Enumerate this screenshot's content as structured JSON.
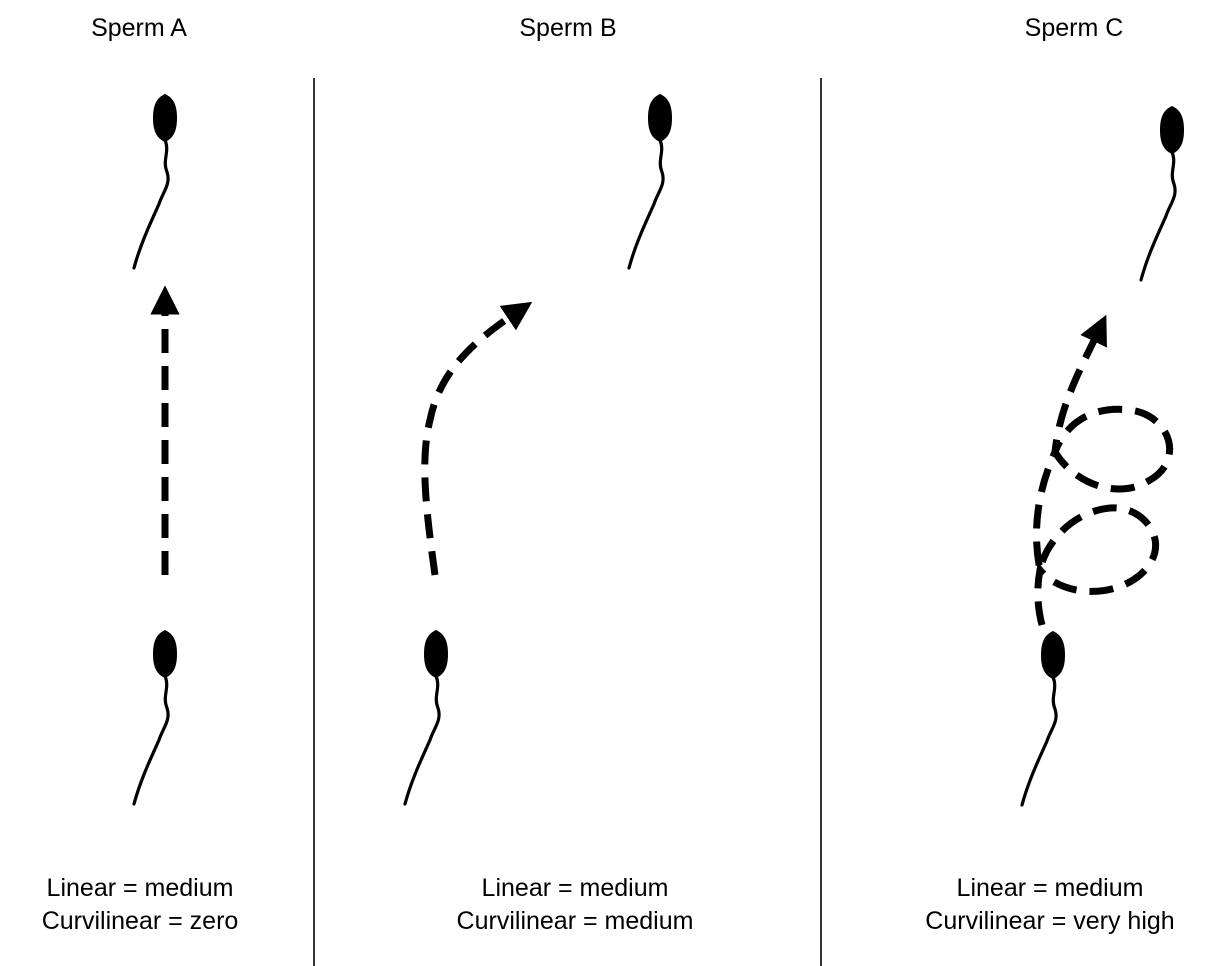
{
  "panels": [
    {
      "title": "Sperm A",
      "linear": "Linear  = medium",
      "curvilinear": "Curvilinear =  zero",
      "path_shape": "straight"
    },
    {
      "title": "Sperm B",
      "linear": "Linear = medium",
      "curvilinear": "Curvilinear = medium",
      "path_shape": "curved"
    },
    {
      "title": "Sperm C",
      "linear": "Linear = medium",
      "curvilinear": "Curvilinear = very high",
      "path_shape": "looping"
    }
  ],
  "colors": {
    "ink": "#000000",
    "background": "#ffffff"
  },
  "icons": {
    "sperm": "sperm-icon",
    "path_arrow": "dashed-arrow-icon"
  }
}
